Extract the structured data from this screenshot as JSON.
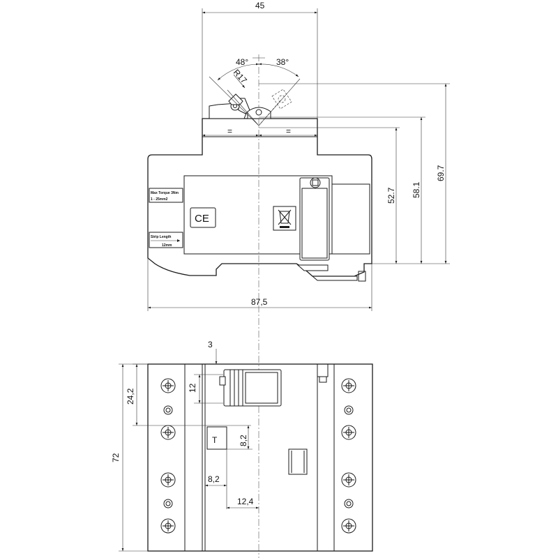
{
  "top_view": {
    "dims": {
      "width_top": "45",
      "angle_left": "48°",
      "angle_right": "38°",
      "radius": "R17",
      "equal_left": "=",
      "equal_right": "=",
      "height_52": "52.7",
      "height_58": "58.1",
      "height_69": "69.7",
      "width_total": "87,5"
    },
    "labels": {
      "torque_line1": "Max Torque 3Nm",
      "torque_line2": "1 - 25mm2",
      "strip_line1": "Strip Length",
      "strip_line2": "12mm",
      "ce_mark": "CE"
    }
  },
  "bottom_view": {
    "dims": {
      "d3": "3",
      "d12": "12",
      "d24": "24,2",
      "d72": "72",
      "d8v": "8,2",
      "d8h": "8,2",
      "d12h": "12,4"
    },
    "labels": {
      "test_button": "T"
    }
  }
}
